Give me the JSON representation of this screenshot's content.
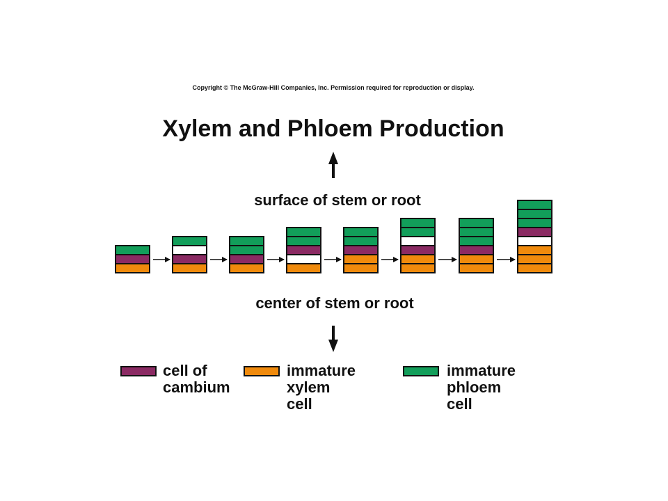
{
  "copyright": "Copyright © The McGraw-Hill Companies, Inc. Permission required for reproduction or display.",
  "title": "Xylem and Phloem Production",
  "surface_label": "surface of stem or root",
  "center_label": "center of stem or root",
  "colors": {
    "cambium": "#8b2a63",
    "xylem": "#f08a0c",
    "phloem": "#129e5a",
    "undifferentiated": "#ffffff",
    "outline": "#111111"
  },
  "stages": [
    [
      "xylem",
      "cambium",
      "phloem"
    ],
    [
      "xylem",
      "cambium",
      "white",
      "phloem"
    ],
    [
      "xylem",
      "cambium",
      "phloem",
      "phloem"
    ],
    [
      "xylem",
      "white",
      "cambium",
      "phloem",
      "phloem"
    ],
    [
      "xylem",
      "xylem",
      "cambium",
      "phloem",
      "phloem"
    ],
    [
      "xylem",
      "xylem",
      "cambium",
      "white",
      "phloem",
      "phloem"
    ],
    [
      "xylem",
      "xylem",
      "cambium",
      "phloem",
      "phloem",
      "phloem"
    ],
    [
      "xylem",
      "xylem",
      "xylem",
      "white",
      "cambium",
      "phloem",
      "phloem",
      "phloem"
    ]
  ],
  "legend": [
    {
      "type": "cambium",
      "lines": [
        "cell of",
        "cambium"
      ]
    },
    {
      "type": "xylem",
      "lines": [
        "immature",
        "xylem",
        "cell"
      ]
    },
    {
      "type": "phloem",
      "lines": [
        "immature",
        "phloem",
        "cell"
      ]
    }
  ]
}
